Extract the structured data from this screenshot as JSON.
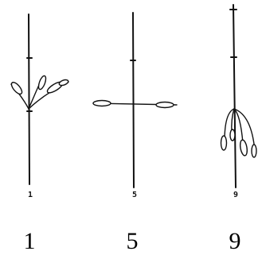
{
  "panels": [
    {
      "sketch_label": "1",
      "caption": "1",
      "description_icon": "upright-branches-icon"
    },
    {
      "sketch_label": "5",
      "caption": "5",
      "description_icon": "horizontal-branches-icon"
    },
    {
      "sketch_label": "9",
      "caption": "9",
      "description_icon": "drooping-branches-icon"
    }
  ]
}
